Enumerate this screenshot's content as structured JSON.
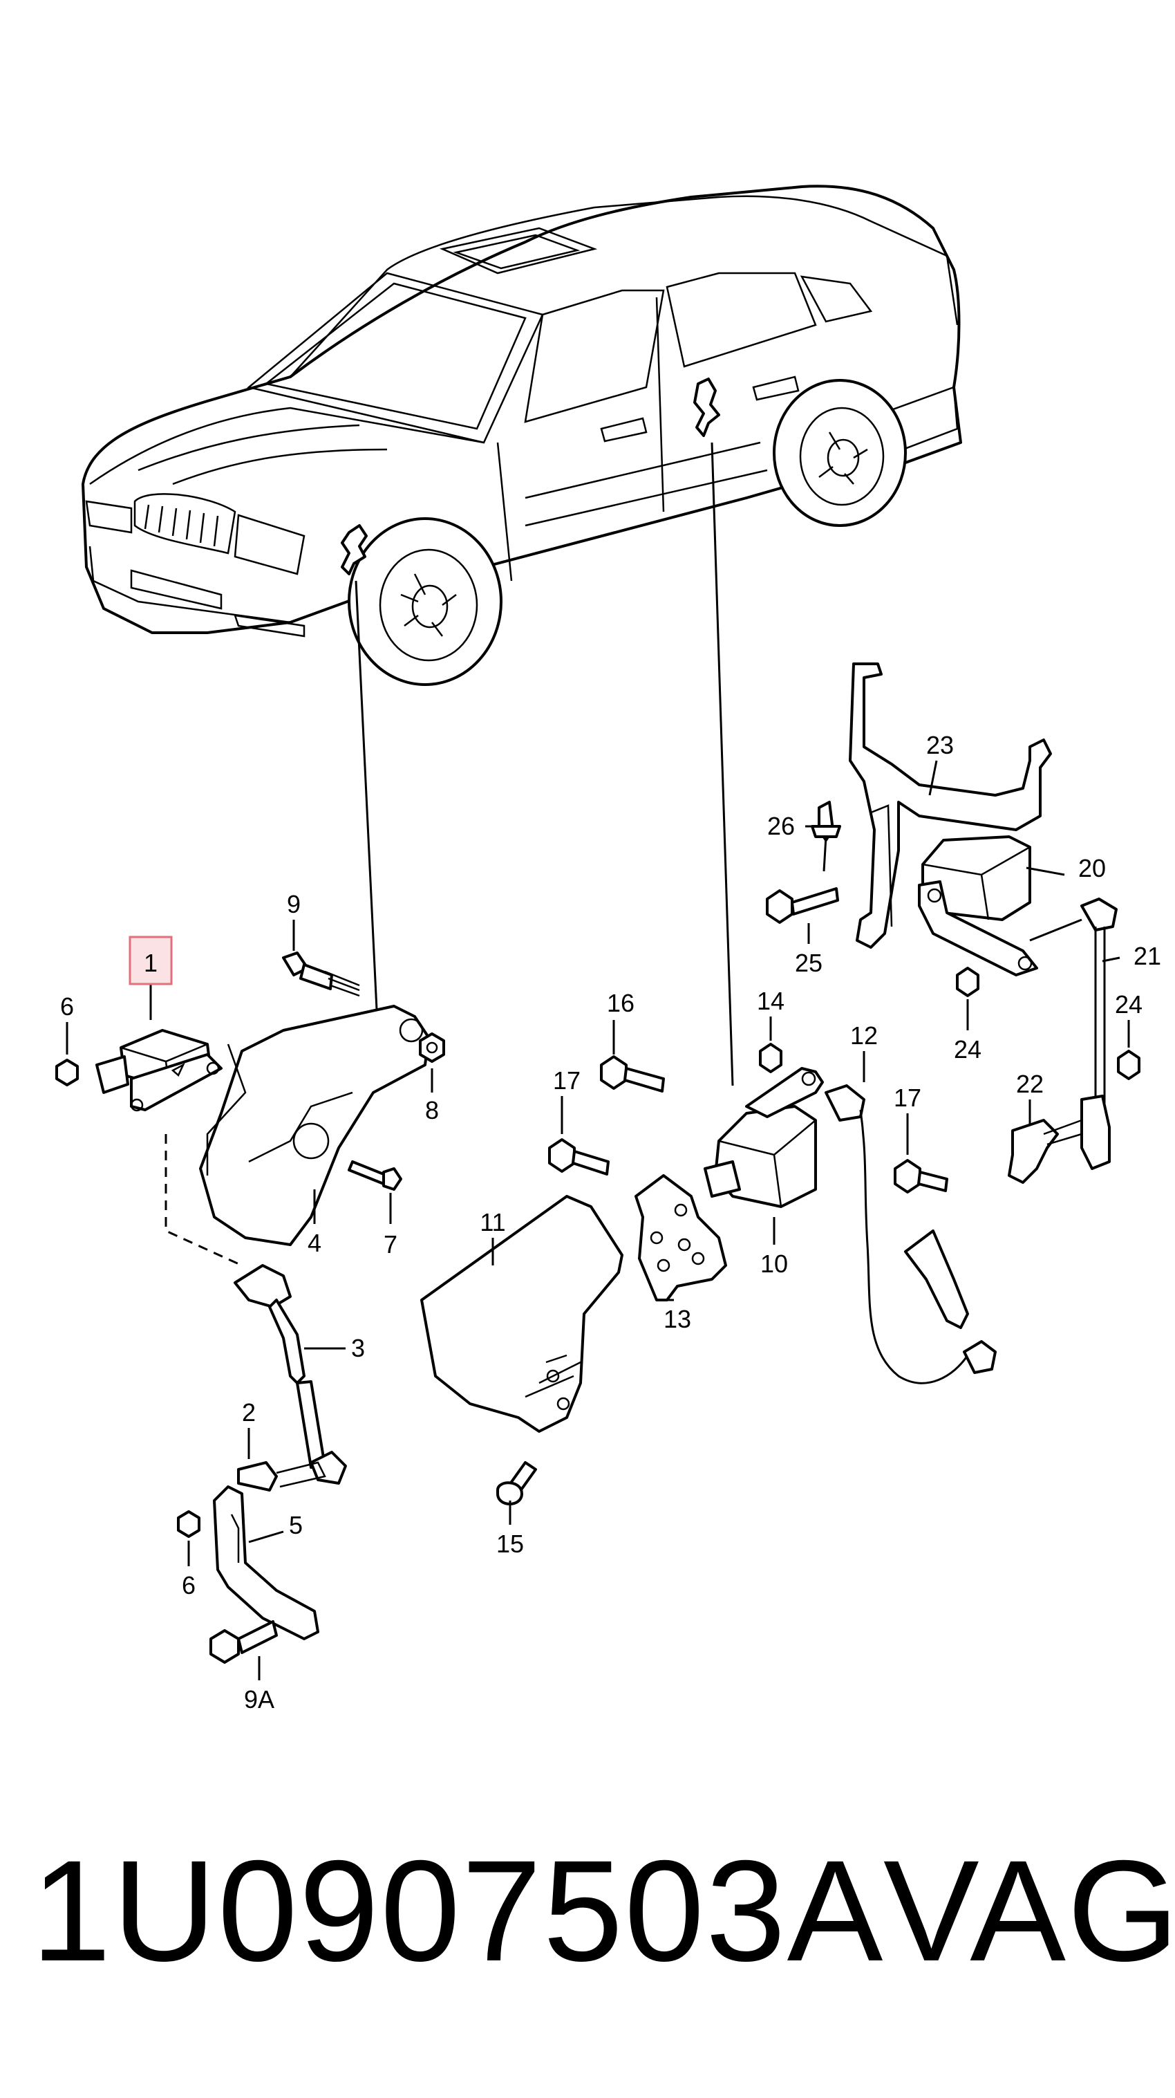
{
  "callouts": [
    {
      "id": "c1",
      "label": "1",
      "highlighted": true
    },
    {
      "id": "c2",
      "label": "2"
    },
    {
      "id": "c3",
      "label": "3"
    },
    {
      "id": "c4",
      "label": "4"
    },
    {
      "id": "c5",
      "label": "5"
    },
    {
      "id": "c6a",
      "label": "6"
    },
    {
      "id": "c6b",
      "label": "6"
    },
    {
      "id": "c7",
      "label": "7"
    },
    {
      "id": "c8",
      "label": "8"
    },
    {
      "id": "c9",
      "label": "9"
    },
    {
      "id": "c9a",
      "label": "9A"
    },
    {
      "id": "c10",
      "label": "10"
    },
    {
      "id": "c11",
      "label": "11"
    },
    {
      "id": "c12",
      "label": "12"
    },
    {
      "id": "c13",
      "label": "13"
    },
    {
      "id": "c14",
      "label": "14"
    },
    {
      "id": "c15",
      "label": "15"
    },
    {
      "id": "c16",
      "label": "16"
    },
    {
      "id": "c17a",
      "label": "17"
    },
    {
      "id": "c17b",
      "label": "17"
    },
    {
      "id": "c20",
      "label": "20"
    },
    {
      "id": "c21",
      "label": "21"
    },
    {
      "id": "c22",
      "label": "22"
    },
    {
      "id": "c23",
      "label": "23"
    },
    {
      "id": "c24a",
      "label": "24"
    },
    {
      "id": "c24b",
      "label": "24"
    },
    {
      "id": "c25",
      "label": "25"
    },
    {
      "id": "c26",
      "label": "26"
    }
  ],
  "footer": {
    "part_number": "1U0907503A",
    "brand": "VAG"
  },
  "colors": {
    "highlight_border": "#e0707a",
    "highlight_fill": "#fbe3e5",
    "line": "#000000",
    "background": "#ffffff"
  }
}
